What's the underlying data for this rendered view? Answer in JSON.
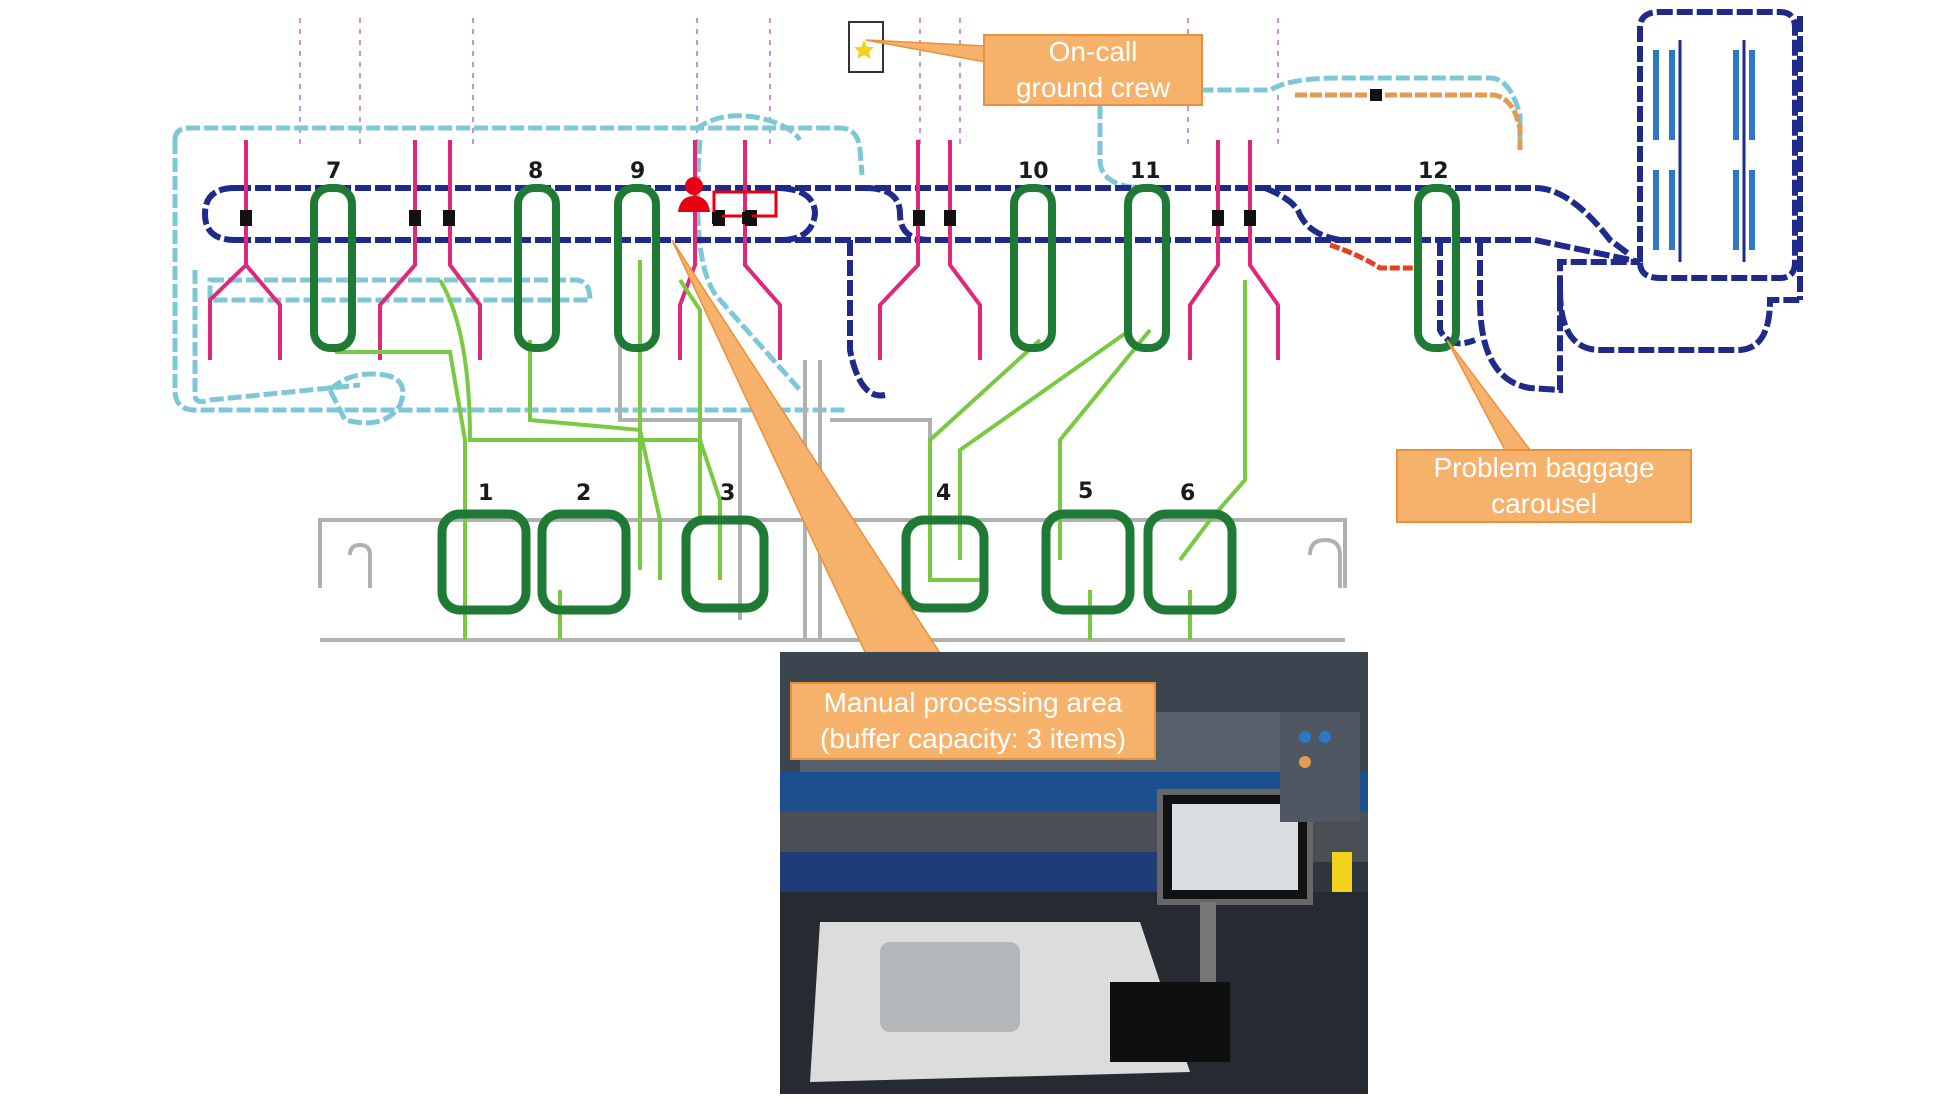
{
  "callouts": {
    "oncall": {
      "line1": "On-call",
      "line2": "ground crew"
    },
    "problem": {
      "line1": "Problem baggage",
      "line2": "carousel"
    },
    "manual": {
      "line1": "Manual processing area",
      "line2": "(buffer capacity: 3 items)"
    }
  },
  "carousels": {
    "c1": "1",
    "c2": "2",
    "c3": "3",
    "c4": "4",
    "c5": "5",
    "c6": "6",
    "c7": "7",
    "c8": "8",
    "c9": "9",
    "c10": "10",
    "c11": "11",
    "c12": "12"
  },
  "colors": {
    "main_loop": "#1f2a8a",
    "secondary_loop": "#7ec8d6",
    "carousel": "#1f7a35",
    "feed_line": "#e0287a",
    "transfer_line": "#7ac943",
    "makeup_line": "#b0b0b0",
    "callout_fill": "#f6b26b",
    "storage": "#2b78c4"
  }
}
